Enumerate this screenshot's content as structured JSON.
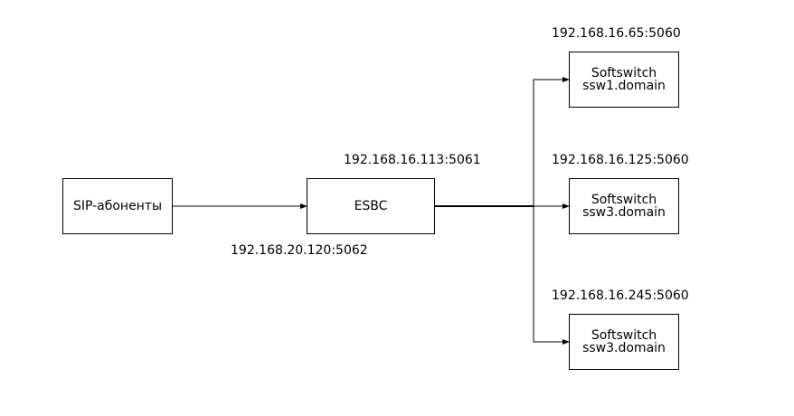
{
  "nodes": {
    "sip": {
      "label": "SIP-абоненты"
    },
    "esbc": {
      "label": "ESBC"
    },
    "ssw1": {
      "line1": "Softswitch",
      "line2": "ssw1.domain"
    },
    "ssw2": {
      "line1": "Softswitch",
      "line2": "ssw3.domain"
    },
    "ssw3": {
      "line1": "Softswitch",
      "line2": "ssw3.domain"
    }
  },
  "addresses": {
    "sip_side": "192.168.20.120:5062",
    "esbc_side": "192.168.16.113:5061",
    "ssw1": "192.168.16.65:5060",
    "ssw2": "192.168.16.125:5060",
    "ssw3": "192.168.16.245:5060"
  },
  "colors": {
    "line": "#000000",
    "box_border": "#000000",
    "background": "#ffffff"
  }
}
